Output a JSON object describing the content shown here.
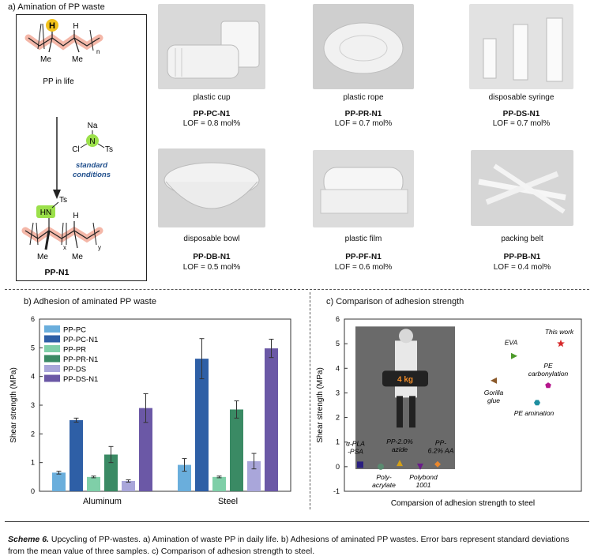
{
  "panel_a": {
    "title": "a) Amination of PP waste",
    "pp_in_life": "PP in life",
    "reagent": {
      "na": "Na",
      "cl": "Cl",
      "n": "N",
      "ts": "Ts",
      "conditions_1": "standard",
      "conditions_2": "conditions"
    },
    "product_label": "PP-N1",
    "atoms": {
      "h": "H",
      "me": "Me",
      "n_sub": "n",
      "hn": "HN",
      "x": "x",
      "y": "y"
    },
    "items": [
      {
        "name": "plastic cup",
        "code": "PP-PC-N1",
        "lof": "LOF = 0.8 mol%"
      },
      {
        "name": "plastic rope",
        "code": "PP-PR-N1",
        "lof": "LOF = 0.7 mol%"
      },
      {
        "name": "disposable syringe",
        "code": "PP-DS-N1",
        "lof": "LOF = 0.7 mol%"
      },
      {
        "name": "disposable bowl",
        "code": "PP-DB-N1",
        "lof": "LOF = 0.5 mol%"
      },
      {
        "name": "plastic film",
        "code": "PP-PF-N1",
        "lof": "LOF = 0.6 mol%"
      },
      {
        "name": "packing belt",
        "code": "PP-PB-N1",
        "lof": "LOF = 0.4 mol%"
      }
    ]
  },
  "panel_b": {
    "title": "b) Adhesion of aminated PP waste"
  },
  "panel_c": {
    "title": "c) Comparison of adhesion strength",
    "photo_label": "4 kg"
  },
  "caption": {
    "scheme": "Scheme 6.",
    "text": " Upcycling of PP-wastes. a) Amination of waste PP in daily life. b) Adhesions of aminated PP wastes. Error bars represent standard deviations from the mean value of three samples. c) Comparison of adhesion strength to steel."
  },
  "chart_data": [
    {
      "type": "bar",
      "ylabel": "Shear strength (MPa)",
      "ylim": [
        0,
        6
      ],
      "yticks": [
        "0",
        "1",
        "2",
        "3",
        "4",
        "5",
        "6"
      ],
      "categories": [
        "Aluminum",
        "Steel"
      ],
      "legend_position": "top-left",
      "series": [
        {
          "name": "PP-PC",
          "color": "#6aaedc",
          "values": [
            0.65,
            0.92
          ],
          "errors": [
            0.05,
            0.22
          ]
        },
        {
          "name": "PP-PC-N1",
          "color": "#2e5fa6",
          "values": [
            2.48,
            4.62
          ],
          "errors": [
            0.07,
            0.7
          ]
        },
        {
          "name": "PP-PR",
          "color": "#7fcfa8",
          "values": [
            0.5,
            0.5
          ],
          "errors": [
            0.03,
            0.03
          ]
        },
        {
          "name": "PP-PR-N1",
          "color": "#3a8a64",
          "values": [
            1.28,
            2.85
          ],
          "errors": [
            0.28,
            0.3
          ]
        },
        {
          "name": "PP-DS",
          "color": "#a9a6da",
          "values": [
            0.36,
            1.05
          ],
          "errors": [
            0.04,
            0.27
          ]
        },
        {
          "name": "PP-DS-N1",
          "color": "#6b58a6",
          "values": [
            2.9,
            4.98
          ],
          "errors": [
            0.5,
            0.32
          ]
        }
      ]
    },
    {
      "type": "scatter",
      "ylabel": "Shear strength (MPa)",
      "xlabel": "Comparsion of adhesion strength to steel",
      "ylim": [
        -1,
        6
      ],
      "yticks": [
        "-1",
        "0",
        "1",
        "2",
        "3",
        "4",
        "5",
        "6"
      ],
      "points": [
        {
          "label": "This work",
          "y": 5.0,
          "color": "#d62728",
          "marker": "star"
        },
        {
          "label": "EVA",
          "y": 4.5,
          "color": "#4c9a2a",
          "marker": "tri-right"
        },
        {
          "label": "PE carbonylation",
          "y": 3.3,
          "color": "#b5178d",
          "marker": "pentagon"
        },
        {
          "label": "Gorilla glue",
          "y": 3.5,
          "color": "#8b5a2b",
          "marker": "tri-left"
        },
        {
          "label": "PE amination",
          "y": 2.6,
          "color": "#1f8fa0",
          "marker": "hexagon"
        },
        {
          "label": "α-PLA -PSA",
          "y": 0.08,
          "color": "#2a1f80",
          "marker": "square"
        },
        {
          "label": "Poly-acrylate",
          "y": 0.0,
          "color": "#5a8a70",
          "marker": "circle"
        },
        {
          "label": "PP-2.0% azide",
          "y": 0.15,
          "color": "#d4a017",
          "marker": "tri-up"
        },
        {
          "label": "Polybond 1001",
          "y": 0.0,
          "color": "#6a1b8a",
          "marker": "tri-down"
        },
        {
          "label": "PP-6.2% AA",
          "y": 0.1,
          "color": "#e8872d",
          "marker": "diamond"
        }
      ]
    }
  ]
}
